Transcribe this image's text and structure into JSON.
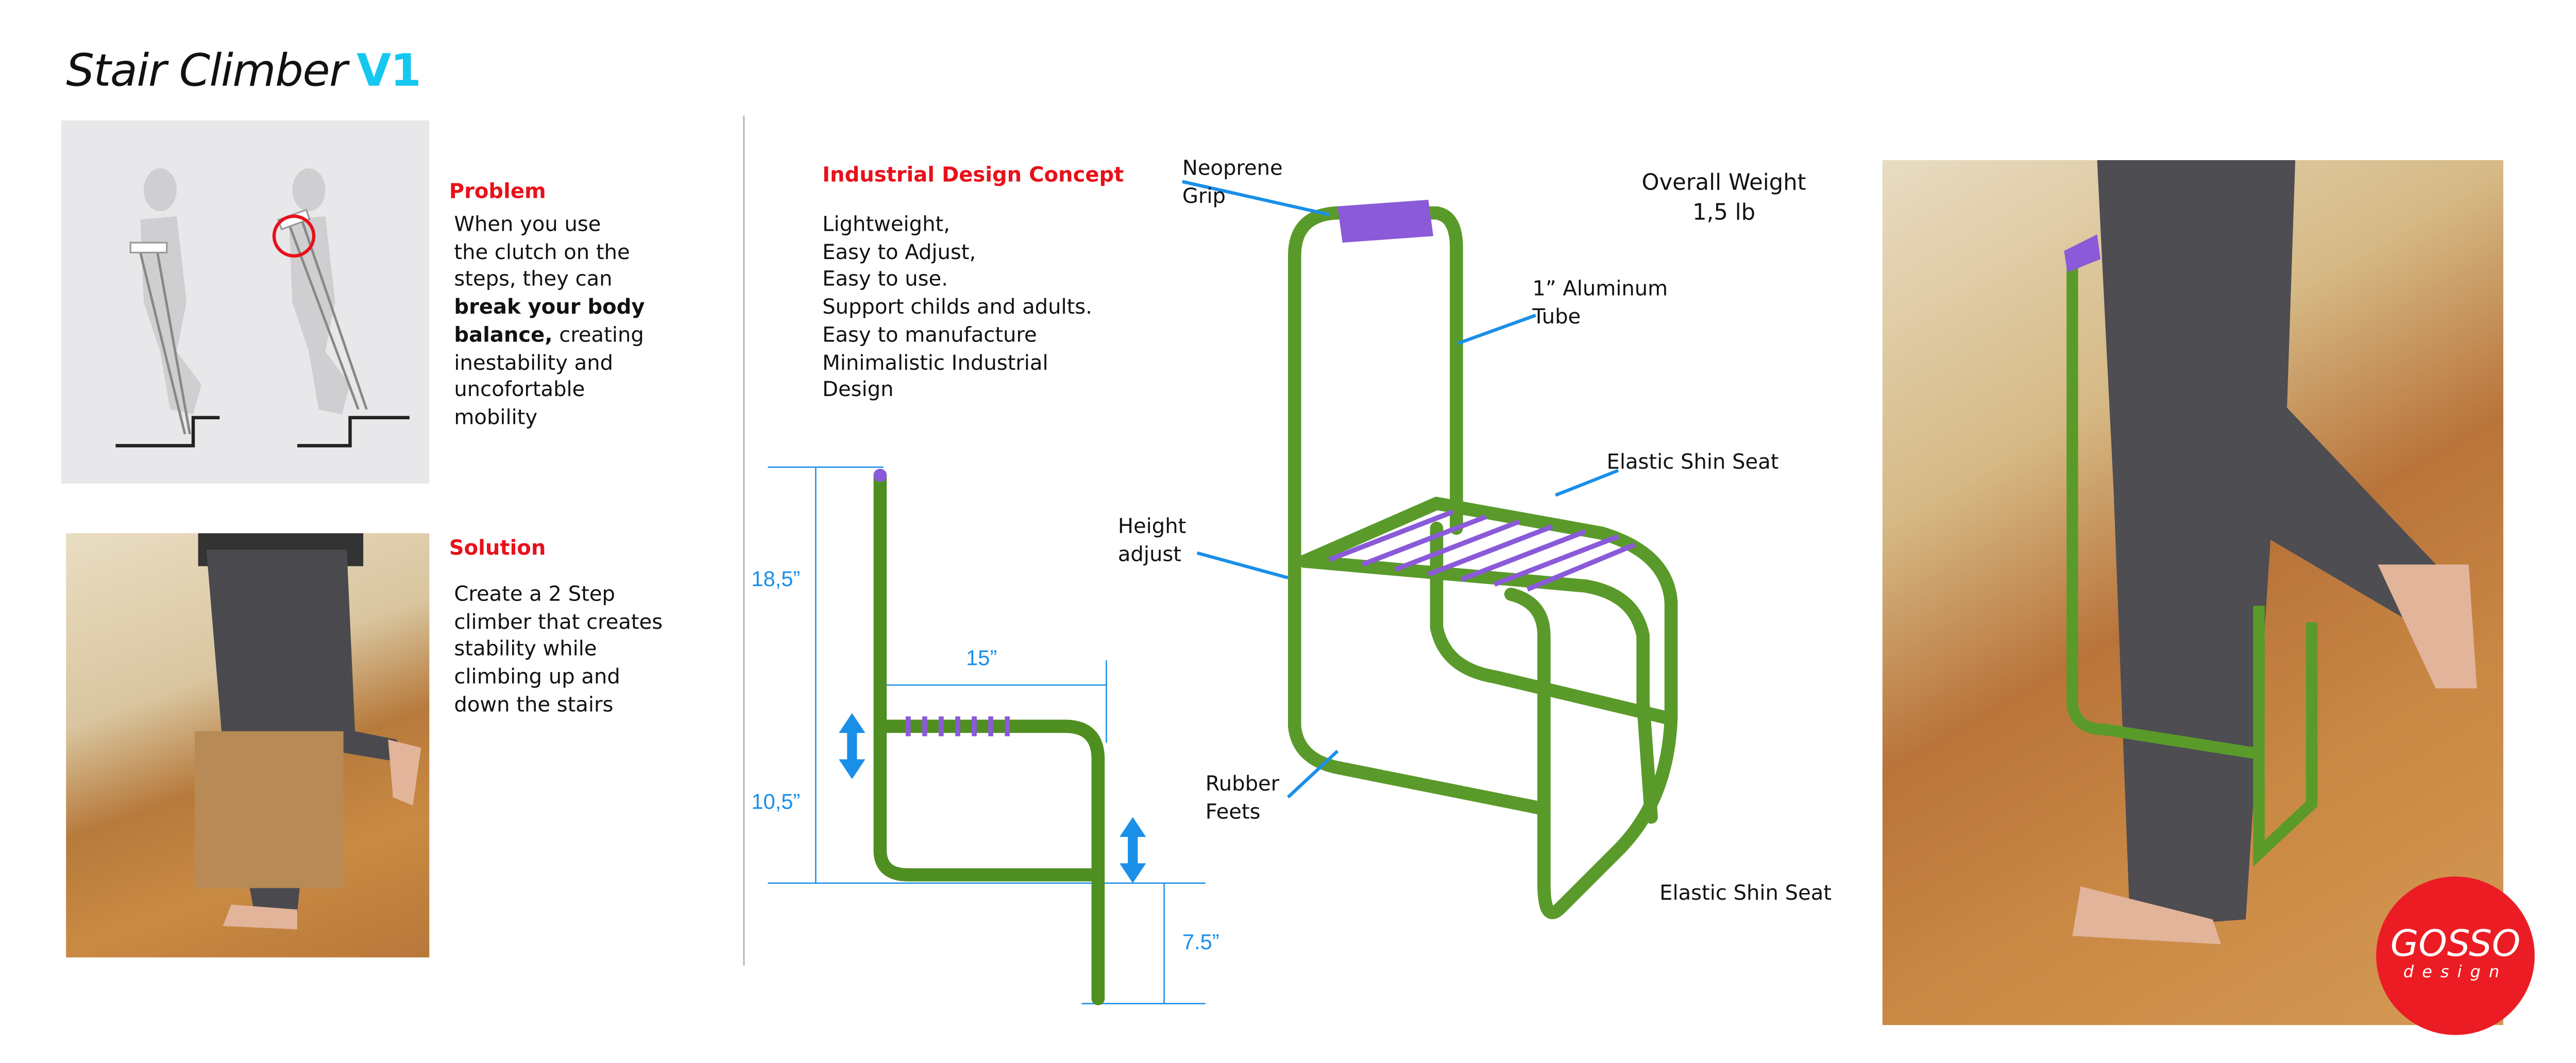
{
  "title": {
    "main": "Stair Climber",
    "version": "V1"
  },
  "problem": {
    "heading": "Problem",
    "lines": [
      "When you use",
      "the clutch on the",
      "steps, they can"
    ],
    "bold1": "break your body",
    "bold2": "balance,",
    "after_bold": " creating",
    "rest": [
      "inestability and",
      "uncofortable",
      "mobility"
    ]
  },
  "solution": {
    "heading": "Solution",
    "lines": [
      "Create a 2 Step",
      "climber that creates",
      "stability while",
      "climbing up and",
      "down the stairs"
    ]
  },
  "concept": {
    "heading": "Industrial Design Concept",
    "lines": [
      "Lightweight,",
      "Easy to Adjust,",
      "Easy to use.",
      "Support childs and adults.",
      "Easy  to manufacture",
      "Minimalistic Industrial",
      "Design"
    ]
  },
  "dimensions": {
    "total_height": "18,5”",
    "seat_height": "10,5”",
    "seat_depth": "15”",
    "foot_step": "7.5”"
  },
  "callouts": {
    "grip": [
      "Neoprene",
      "Grip"
    ],
    "tube": [
      "1” Aluminum",
      "Tube"
    ],
    "seat_top": "Elastic Shin Seat",
    "height": [
      "Height",
      "adjust"
    ],
    "feet": [
      "Rubber",
      "Feets"
    ],
    "seat_bottom": "Elastic Shin Seat"
  },
  "weight": {
    "label": "Overall Weight",
    "value": "1,5 lb"
  },
  "logo": {
    "name": "GOSSO",
    "sub": "design"
  },
  "colors": {
    "accent": "#14c8ef",
    "red": "#e8101a",
    "tube": "#5a9a2a",
    "elastic": "#8a5ad8",
    "dim": "#1a8fe8"
  }
}
